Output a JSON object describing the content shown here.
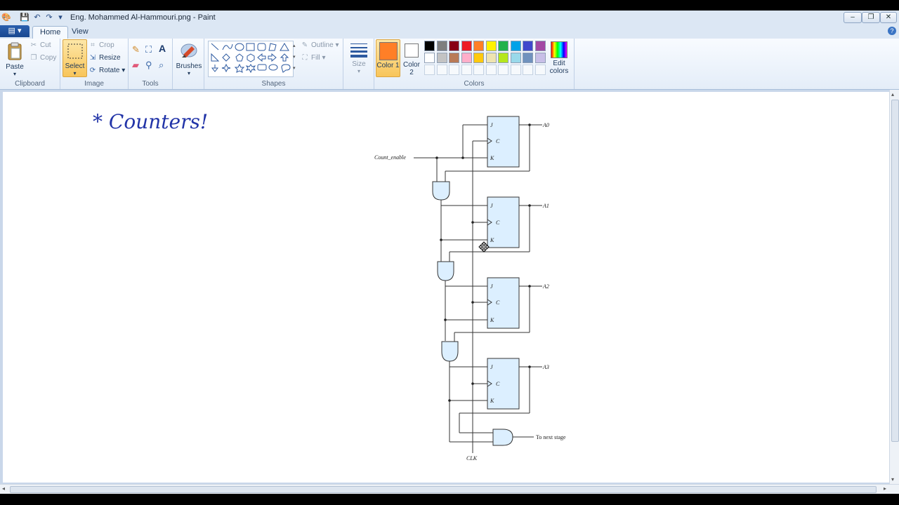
{
  "window": {
    "title": "Eng. Mohammed Al-Hammouri.png - Paint",
    "controls": {
      "minimize": "–",
      "restore": "❐",
      "close": "✕"
    }
  },
  "tabs": [
    {
      "label": "Home",
      "active": true
    },
    {
      "label": "View",
      "active": false
    }
  ],
  "ribbon": {
    "clipboard": {
      "paste": "Paste",
      "cut": "Cut",
      "copy": "Copy",
      "label": "Clipboard"
    },
    "image": {
      "select": "Select",
      "crop": "Crop",
      "resize": "Resize",
      "rotate": "Rotate",
      "label": "Image"
    },
    "tools": {
      "label": "Tools"
    },
    "brushes": {
      "label": "Brushes"
    },
    "shapes": {
      "outline": "Outline",
      "fill": "Fill",
      "label": "Shapes"
    },
    "size": {
      "label": "Size"
    },
    "colors": {
      "color1": "Color 1",
      "color2": "Color 2",
      "edit": "Edit colors",
      "label": "Colors",
      "color1_value": "#ff7f27",
      "color2_value": "#ffffff",
      "row1": [
        "#000000",
        "#7f7f7f",
        "#880015",
        "#ed1c24",
        "#ff7f27",
        "#fff200",
        "#22b14c",
        "#00a2e8",
        "#3f48cc",
        "#a349a4"
      ],
      "row2": [
        "#ffffff",
        "#c3c3c3",
        "#b97a57",
        "#ffaec9",
        "#ffc90e",
        "#efe4b0",
        "#b5e61d",
        "#99d9ea",
        "#7092be",
        "#c8bfe7"
      ]
    }
  },
  "canvas": {
    "handwriting": "* Counters!",
    "diagram": {
      "input_label": "Count_enable",
      "clock_label": "CLK",
      "next_stage_label": "To next stage",
      "flipflops": [
        {
          "output": "A0",
          "j": "J",
          "c": "C",
          "k": "K"
        },
        {
          "output": "A1",
          "j": "J",
          "c": "C",
          "k": "K"
        },
        {
          "output": "A2",
          "j": "J",
          "c": "C",
          "k": "K"
        },
        {
          "output": "A3",
          "j": "J",
          "c": "C",
          "k": "K"
        }
      ]
    }
  }
}
